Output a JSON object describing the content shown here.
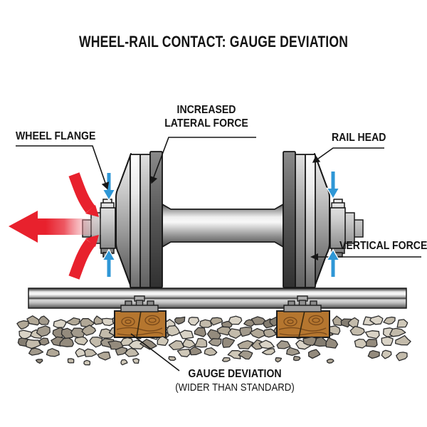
{
  "title": "WHEEL-RAIL CONTACT: GAUGE DEVIATION",
  "labels": {
    "wheel_flange": "WHEEL FLANGE",
    "increased_lateral_force_line1": "INCREASED",
    "increased_lateral_force_line2": "LATERAL FORCE",
    "rail_head": "RAIL HEAD",
    "vertical_force": "VERTICAL FORCE",
    "gauge_deviation": "GAUGE DEVIATION",
    "gauge_deviation_sub": "(WIDER THAN STANDARD)"
  },
  "colors": {
    "force_red": "#e8212d",
    "force_blue": "#2f97d6",
    "wood_brown": "#b5762f",
    "label_text": "#141414"
  }
}
